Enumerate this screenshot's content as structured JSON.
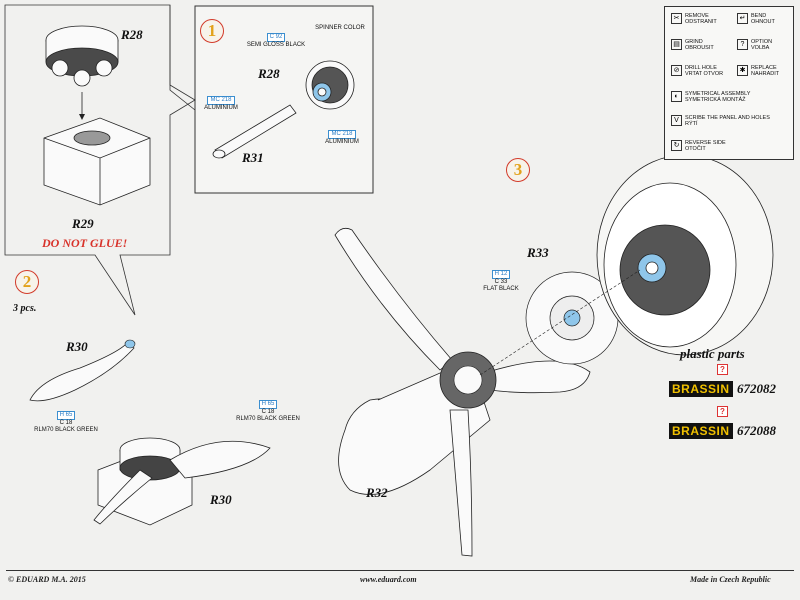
{
  "steps": {
    "step1": "1",
    "step2": "2",
    "step3": "3"
  },
  "parts": {
    "r28_top": "R28",
    "r28_inset": "R28",
    "r29": "R29",
    "r31": "R31",
    "r30_left": "R30",
    "r30_bottom": "R30",
    "r32": "R32",
    "r33": "R33"
  },
  "notes": {
    "do_not_glue": "DO NOT GLUE!",
    "three_pcs": "3 pcs.",
    "spinner_color": "SPINNER COLOR"
  },
  "callouts": {
    "c92_code": "C 92",
    "c92_text": "SEMI GLOSS BLACK",
    "mc218a_code": "MC 218",
    "mc218a_text": "ALUMINIUM",
    "mc218b_code": "MC 218",
    "mc218b_text": "ALUMINIUM",
    "h65a_code": "H 65",
    "h65a_c": "C 18",
    "h65a_text": "RLM70 BLACK GREEN",
    "h65b_code": "H 65",
    "h65b_c": "C 18",
    "h65b_text": "RLM70 BLACK GREEN",
    "h12_code": "H 12",
    "h12_c": "C 33",
    "h12_text": "FLAT BLACK"
  },
  "legend": [
    {
      "icon": "remove-icon",
      "glyph": "✂",
      "text1": "REMOVE",
      "text2": "ODSTRANIT"
    },
    {
      "icon": "bend-icon",
      "glyph": "↵",
      "text1": "BEND",
      "text2": "OHNOUT"
    },
    {
      "icon": "grind-icon",
      "glyph": "▤",
      "text1": "GRIND",
      "text2": "OBROUSIT"
    },
    {
      "icon": "option-icon",
      "glyph": "?",
      "text1": "OPTION",
      "text2": "VOLBA"
    },
    {
      "icon": "drill-hole-icon",
      "glyph": "⊘",
      "text1": "DRILL HOLE",
      "text2": "VRTAT OTVOR"
    },
    {
      "icon": "replace-icon",
      "glyph": "✱",
      "text1": "REPLACE",
      "text2": "NAHRADIT"
    },
    {
      "icon": "symmetrical-icon",
      "glyph": "◐",
      "text1": "SYMETRICAL ASSEMBLY",
      "text2": "SYMETRICKÁ MONTÁŽ"
    },
    {
      "icon": "scribe-icon",
      "glyph": "V",
      "text1": "SCRIBE THE PANEL AND HOLES",
      "text2": "RÝTÍ"
    },
    {
      "icon": "reverse-side-icon",
      "glyph": "↻",
      "text1": "REVERSE SIDE",
      "text2": "OTOČIT"
    }
  ],
  "plastic": {
    "title": "plastic parts",
    "brand_a": "BRASS",
    "brand_b": "IN",
    "num1": "672082",
    "num2": "672088",
    "q": "?"
  },
  "footer": {
    "left": "© EDUARD  M.A. 2015",
    "center": "www.eduard.com",
    "right": "Made in Czech Republic"
  }
}
